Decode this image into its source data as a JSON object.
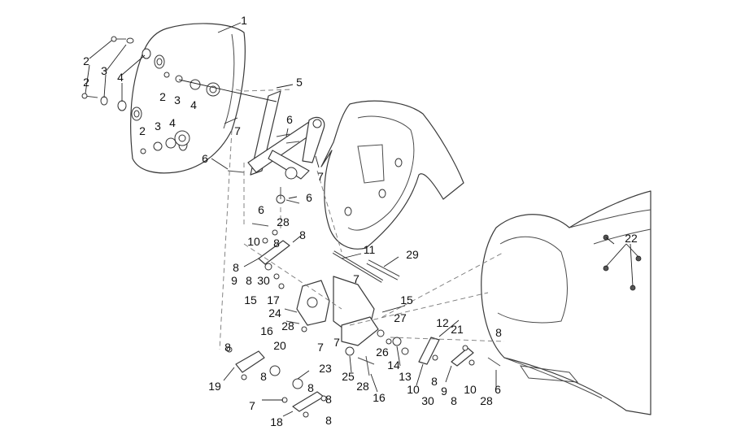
{
  "diagram": {
    "type": "exploded-parts-diagram",
    "colors": {
      "line": "#3a3a3a",
      "label": "#111111",
      "background": "#ffffff"
    },
    "callouts": [
      "1",
      "2",
      "2",
      "3",
      "4",
      "2",
      "3",
      "4",
      "2",
      "3",
      "4",
      "5",
      "6",
      "7",
      "6",
      "7",
      "6",
      "6",
      "28",
      "8",
      "10",
      "8",
      "11",
      "29",
      "8",
      "9",
      "8",
      "30",
      "7",
      "15",
      "17",
      "24",
      "15",
      "28",
      "16",
      "27",
      "7",
      "7",
      "12",
      "21",
      "8",
      "26",
      "14",
      "13",
      "8",
      "20",
      "8",
      "19",
      "23",
      "8",
      "7",
      "8",
      "18",
      "8",
      "25",
      "28",
      "16",
      "10",
      "30",
      "8",
      "9",
      "8",
      "10",
      "28",
      "6",
      "22"
    ]
  }
}
